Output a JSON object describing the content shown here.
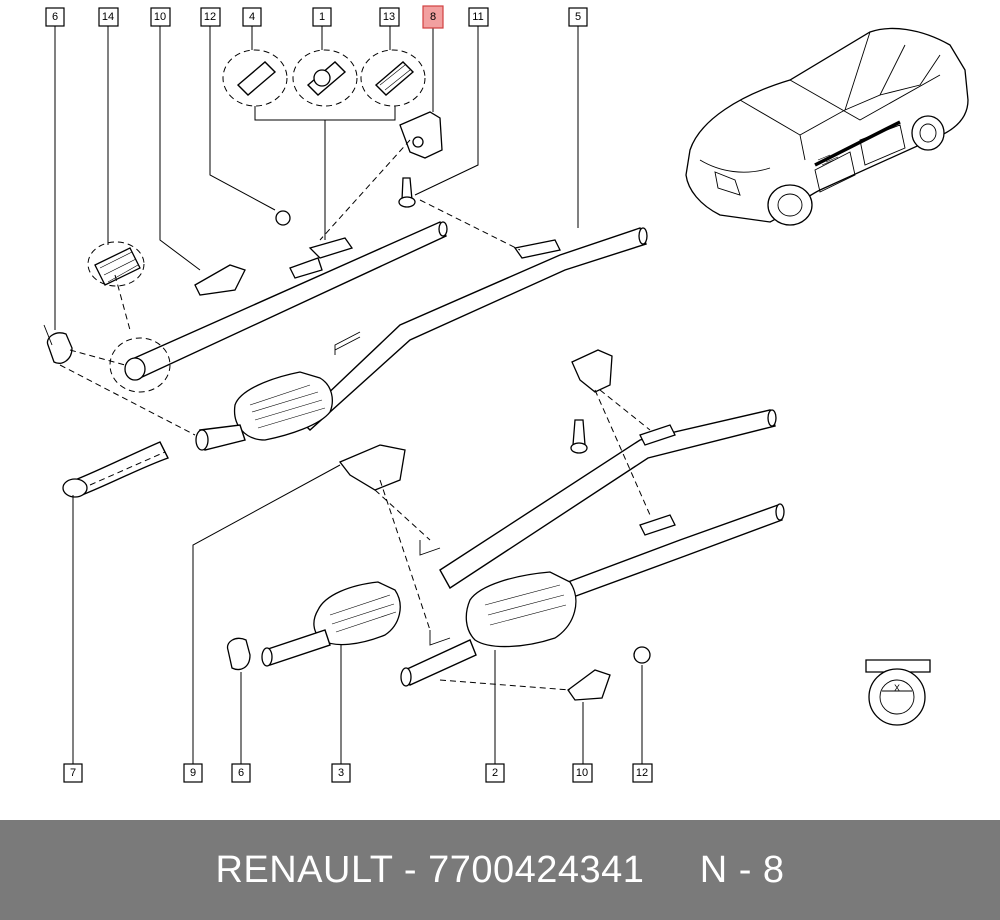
{
  "callouts": [
    {
      "id": "c6a",
      "label": "6",
      "highlight": false
    },
    {
      "id": "c14",
      "label": "14",
      "highlight": false
    },
    {
      "id": "c10a",
      "label": "10",
      "highlight": false
    },
    {
      "id": "c12a",
      "label": "12",
      "highlight": false
    },
    {
      "id": "c4",
      "label": "4",
      "highlight": false
    },
    {
      "id": "c1",
      "label": "1",
      "highlight": false
    },
    {
      "id": "c13",
      "label": "13",
      "highlight": false
    },
    {
      "id": "c8",
      "label": "8",
      "highlight": true
    },
    {
      "id": "c11",
      "label": "11",
      "highlight": false
    },
    {
      "id": "c5",
      "label": "5",
      "highlight": false
    },
    {
      "id": "c7",
      "label": "7",
      "highlight": false
    },
    {
      "id": "c9",
      "label": "9",
      "highlight": false
    },
    {
      "id": "c6b",
      "label": "6",
      "highlight": false
    },
    {
      "id": "c3",
      "label": "3",
      "highlight": false
    },
    {
      "id": "c2",
      "label": "2",
      "highlight": false
    },
    {
      "id": "c10b",
      "label": "10",
      "highlight": false
    },
    {
      "id": "c12b",
      "label": "12",
      "highlight": false
    }
  ],
  "dimension_marks": {
    "x_label": "X"
  },
  "footer": {
    "text": "RENAULT - 7700424341     N - 8",
    "background": "#7a7a7a",
    "color": "#ffffff"
  },
  "highlight_color": "#f2a0a0"
}
